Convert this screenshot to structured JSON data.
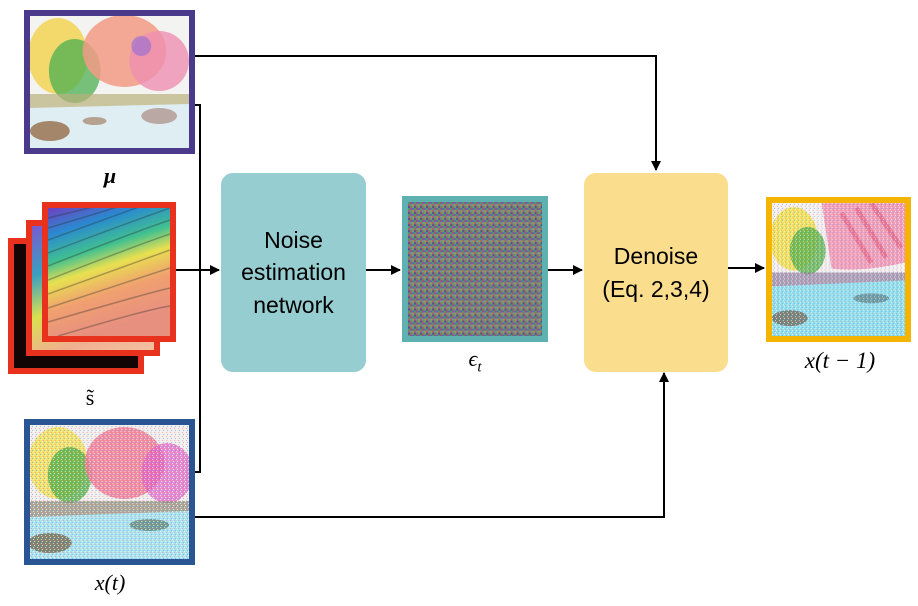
{
  "diagram": {
    "inputs": {
      "mu": {
        "symbol": "μ",
        "description": "watercolor landscape image",
        "border_color": "#4b3a8c"
      },
      "s_tilde": {
        "symbol": "s̃",
        "description": "stack of rainbow spiral images",
        "border_color": "#e8321e"
      },
      "x_t": {
        "symbol": "x(t)",
        "description": "noisy watercolor landscape image",
        "border_color": "#2a5595"
      }
    },
    "blocks": {
      "noise_net": {
        "lines": [
          "Noise",
          "estimation",
          "network"
        ],
        "color": "#96cdd0"
      },
      "noise_map": {
        "symbol": "ϵ",
        "subscript": "t",
        "description": "random color noise image",
        "border_color": "#5fb0b0"
      },
      "denoise": {
        "lines": [
          "Denoise",
          "(Eq. 2,3,4)"
        ],
        "color": "#fbdd8e"
      }
    },
    "output": {
      "symbol": "x(t − 1)",
      "description": "partially denoised landscape image",
      "border_color": "#f5b400"
    },
    "edges": [
      {
        "from": "μ",
        "to": "Denoise"
      },
      {
        "from": "μ",
        "to": "Noise estimation network"
      },
      {
        "from": "s̃",
        "to": "Noise estimation network"
      },
      {
        "from": "x(t)",
        "to": "Noise estimation network"
      },
      {
        "from": "x(t)",
        "to": "Denoise"
      },
      {
        "from": "Noise estimation network",
        "to": "ϵ_t"
      },
      {
        "from": "ϵ_t",
        "to": "Denoise"
      },
      {
        "from": "Denoise",
        "to": "x(t − 1)"
      }
    ]
  }
}
